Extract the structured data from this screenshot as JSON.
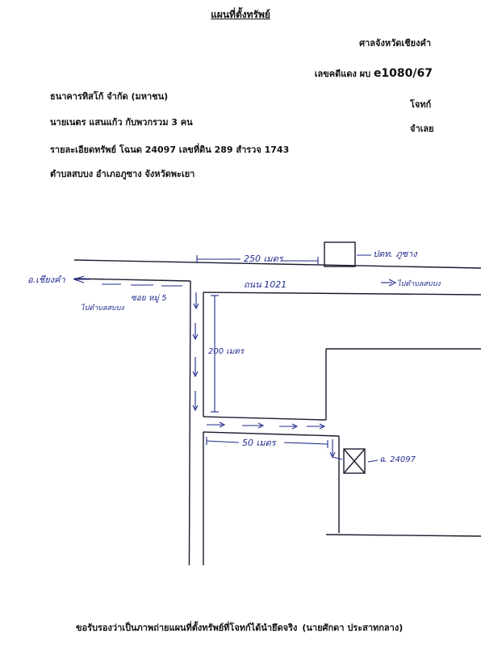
{
  "header": {
    "title": "แผนที่ตั้งทรัพย์",
    "court": "ศาลจังหวัดเชียงคำ",
    "case_label": "เลขคดีแดง ผบ",
    "case_number": "e1080/67"
  },
  "parties": {
    "plaintiff": "ธนาคารทิสโก้ จำกัด (มหาชน)",
    "plaintiff_role": "โจทก์",
    "defendant": "นายเนตร แสนแก้ว กับพวกรวม 3 คน",
    "defendant_role": "จำเลย"
  },
  "property": {
    "details": "รายละเอียดทรัพย์ โฉนด 24097 เลขที่ดิน 289 สำรวจ 1743",
    "location": "ตำบลสบบง อำเภอภูซาง จังหวัดพะเยา"
  },
  "map": {
    "dist_top": "250 เมตร",
    "landmark": "ปตท. ภูซาง",
    "left_dest": "อ.เชียงคำ",
    "road": "ถนน 1021",
    "right_dest": "ไปตำบลสบบง",
    "junction_line1": "ซอย หมู่ 5",
    "junction_line2": "ไปตำบลสบบง",
    "dist_vertical": "200 เมตร",
    "dist_bottom": "50 เมตร",
    "plot_label": "ฉ. 24097"
  },
  "footer": {
    "certify": "ขอรับรองว่าเป็นภาพถ่ายแผนที่ตั้งทรัพย์ที่โจทก์ได้นำยึดจริง",
    "signer": "(นายศักดา ประสาทกลาง)"
  }
}
